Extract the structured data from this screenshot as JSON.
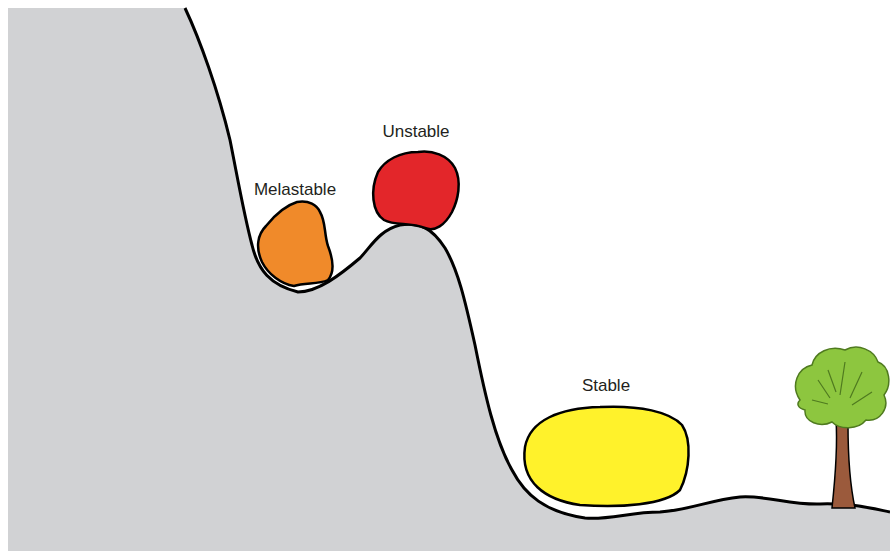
{
  "diagram": {
    "labels": [
      "Melastable",
      "Unstable",
      "Stable"
    ]
  }
}
